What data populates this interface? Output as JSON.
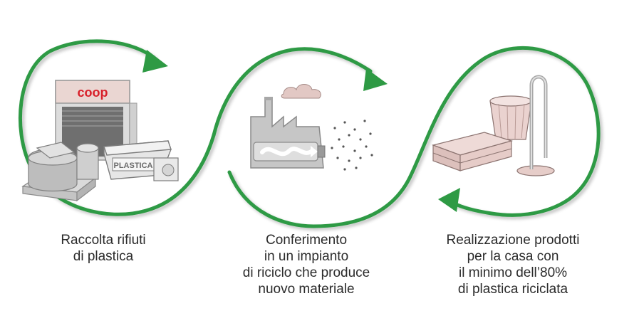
{
  "steps": [
    {
      "lines": [
        "Raccolta rifiuti",
        "di plastica"
      ],
      "icon": "coop-warehouse-icon",
      "logo_text": "coop",
      "box_text": "PLASTICA"
    },
    {
      "lines": [
        "Conferimento",
        "in un impianto",
        "di riciclo che produce",
        "nuovo materiale"
      ],
      "icon": "recycling-plant-icon"
    },
    {
      "lines": [
        "Realizzazione prodotti",
        "per la casa con",
        "il minimo dell’80%",
        "di plastica riciclata"
      ],
      "icon": "household-products-icon"
    }
  ],
  "colors": {
    "arrow": "#2e9a44",
    "illustration": "#b9b9b9",
    "accent": "#e4c8c4",
    "brand": "#d8202a",
    "text": "#2b2b2b"
  }
}
